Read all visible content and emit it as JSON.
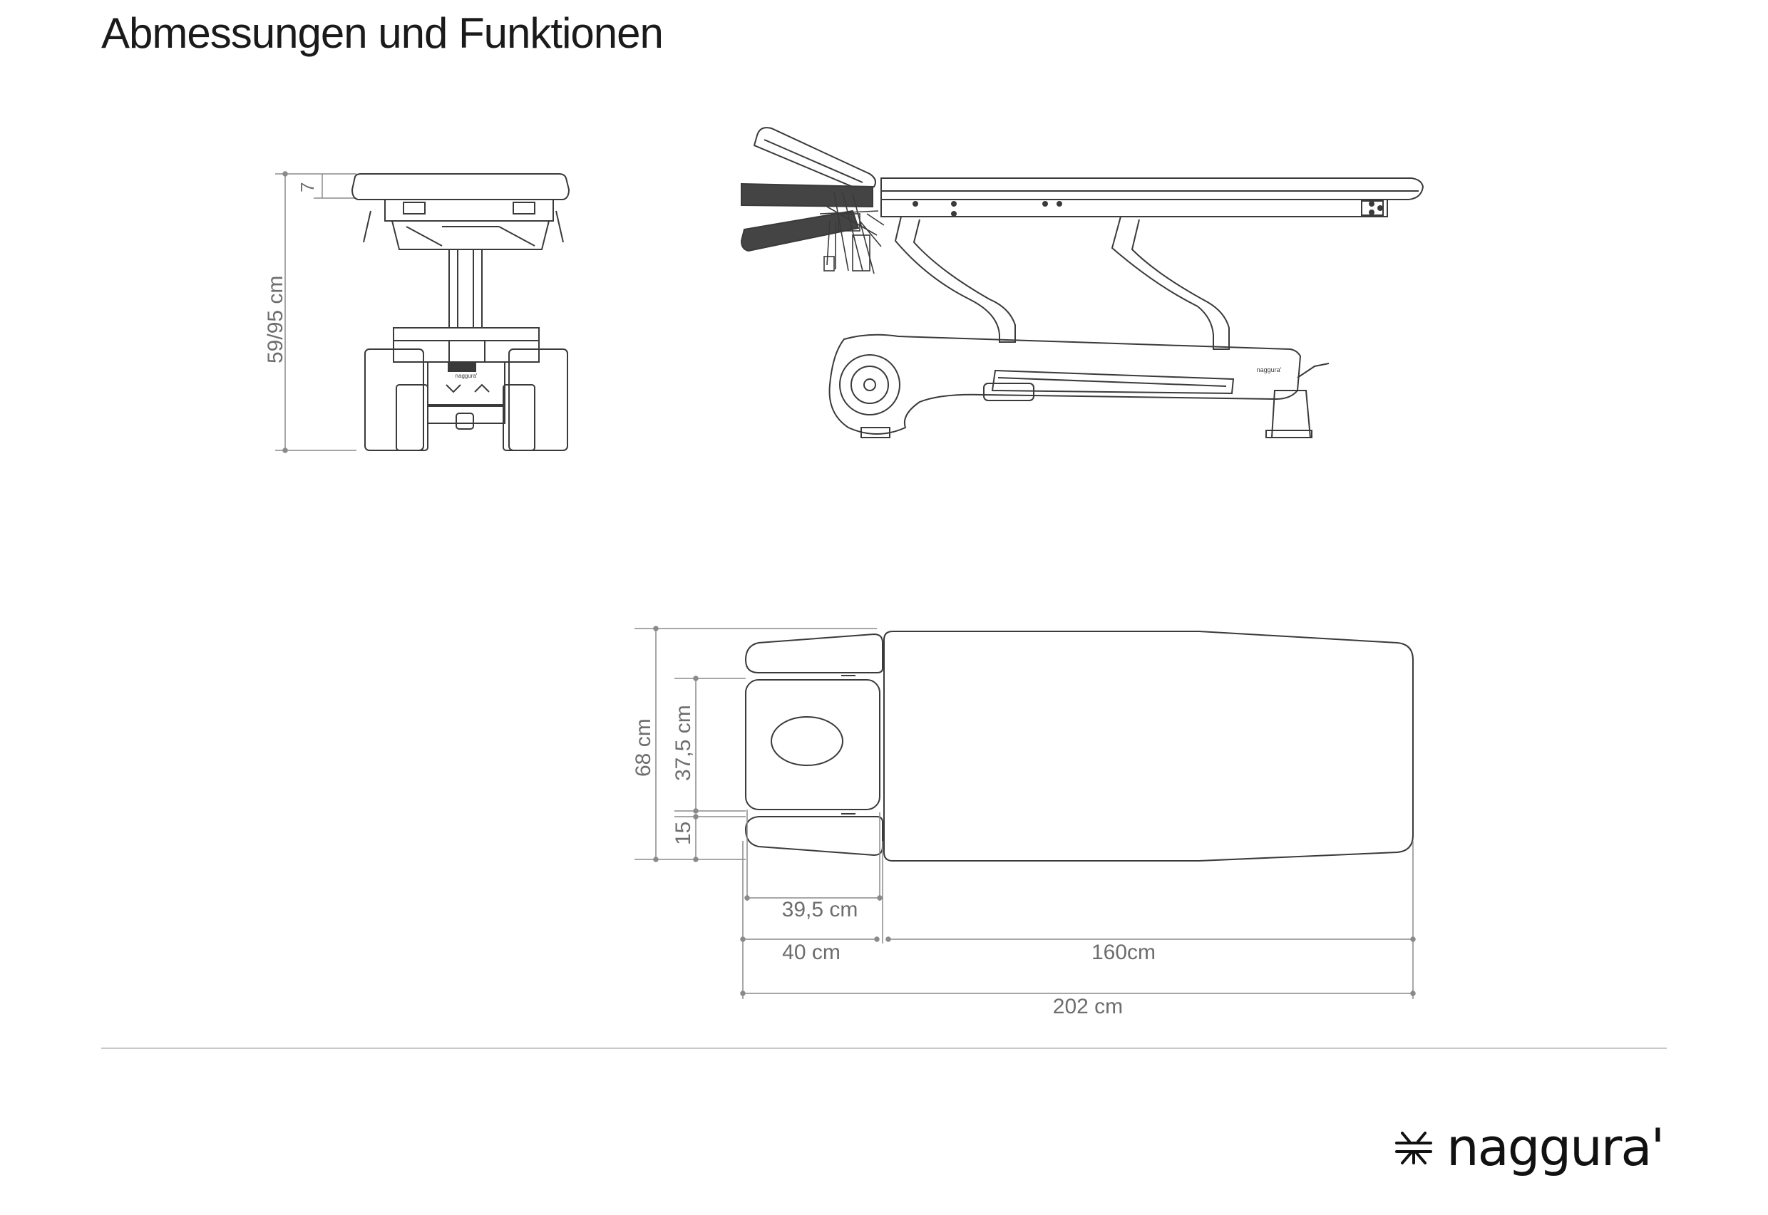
{
  "page": {
    "title": "Abmessungen und Funktionen"
  },
  "front_view": {
    "height_label": "59/95 cm",
    "pad_thickness_label": "7",
    "logo_text": "naggura'"
  },
  "side_view": {
    "logo_text": "naggura'"
  },
  "top_view": {
    "width_label": "68 cm",
    "face_pad_width_label": "37,5 cm",
    "arm_pad_width_label": "15",
    "face_pad_length_label": "39,5 cm",
    "head_section_length_label": "40 cm",
    "body_section_length_label": "160cm",
    "total_length_label": "202 cm"
  },
  "footer": {
    "brand_name": "naggura'",
    "brand_icon": "naggura-mark-icon"
  },
  "colors": {
    "line": "#3a3a3a",
    "dimension": "#8a8a8a",
    "pad_dark": "#444444",
    "rule": "#c8c8c8"
  }
}
